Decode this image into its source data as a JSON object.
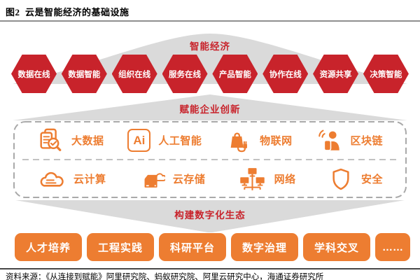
{
  "header": {
    "title": "图2  云是智能经济的基础设施"
  },
  "pyramid": {
    "top_label": "智能经济",
    "hexagons": [
      "数据在线",
      "数据智能",
      "组织在线",
      "服务在线",
      "产品智能",
      "协作在线",
      "资源共享",
      "决策智能"
    ]
  },
  "bands": {
    "empower": "赋能企业创新",
    "ecosystem": "构建数字化生态"
  },
  "capabilities": {
    "row1": [
      {
        "label": "大数据",
        "icon": "big-data-icon"
      },
      {
        "label": "人工智能",
        "icon": "ai-icon",
        "icon_text": "Ai"
      },
      {
        "label": "物联网",
        "icon": "iot-plug-icon"
      },
      {
        "label": "区块链",
        "icon": "blockchain-icon"
      }
    ],
    "row2": [
      {
        "label": "云计算",
        "icon": "cloud-computing-icon"
      },
      {
        "label": "云存储",
        "icon": "cloud-storage-icon"
      },
      {
        "label": "网络",
        "icon": "network-icon"
      },
      {
        "label": "安全",
        "icon": "shield-icon"
      }
    ]
  },
  "ecosystem": {
    "buttons": [
      "人才培养",
      "工程实践",
      "科研平台",
      "数字治理",
      "学科交叉",
      "……"
    ]
  },
  "footer": {
    "source": "资料来源：《从连接到赋能》阿里研究院、蚂蚁研究院、阿里云研究中心，海通证券研究所"
  },
  "colors": {
    "red": "#C8232B",
    "orange": "#ED7D31",
    "shape_gray": "#DADADA",
    "dash_gray": "#A9A9A9"
  }
}
